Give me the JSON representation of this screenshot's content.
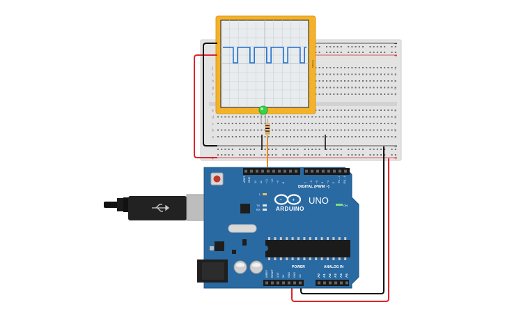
{
  "scene": "tinkercad-circuit",
  "colors": {
    "board": "#2a6aa3",
    "board_edge": "#1f5587",
    "breadboard": "#e2e2e2",
    "rail_red": "#d9262b",
    "rail_black": "#222222",
    "scope_frame": "#f3b229",
    "scope_screen": "#e8ecee",
    "trace": "#1d6fd0",
    "wire_red": "#d9262b",
    "wire_black": "#111111",
    "wire_orange": "#ef8a1b",
    "led": "#37d046"
  },
  "oscilloscope": {
    "side_text": "5V/div",
    "waveform": "square",
    "pulses": 5
  },
  "arduino": {
    "aref": "AREF",
    "gnd": "GND",
    "digital_label": "DIGITAL (PWM ~)",
    "pins_digital": [
      "13",
      "12",
      "~11",
      "~10",
      "~9",
      "8",
      "7",
      "~6",
      "~5",
      "4",
      "~3",
      "2",
      "TX→1",
      "RX←0"
    ],
    "l_label": "L",
    "tx_label": "TX",
    "rx_label": "RX",
    "brand": "ARDUINO",
    "model": "UNO",
    "on_label": "ON",
    "power_label": "POWER",
    "analog_label": "ANALOG IN",
    "power_pins": [
      "IOREF",
      "RESET",
      "3.3V",
      "5V",
      "GND",
      "GND",
      "Vin"
    ],
    "analog_pins": [
      "A0",
      "A1",
      "A2",
      "A3",
      "A4",
      "A5"
    ]
  },
  "breadboard": {
    "rows_top": [
      "j",
      "i",
      "h",
      "g",
      "f"
    ],
    "rows_bottom": [
      "e",
      "d",
      "c",
      "b",
      "a"
    ],
    "plus": "+",
    "minus": "−"
  }
}
